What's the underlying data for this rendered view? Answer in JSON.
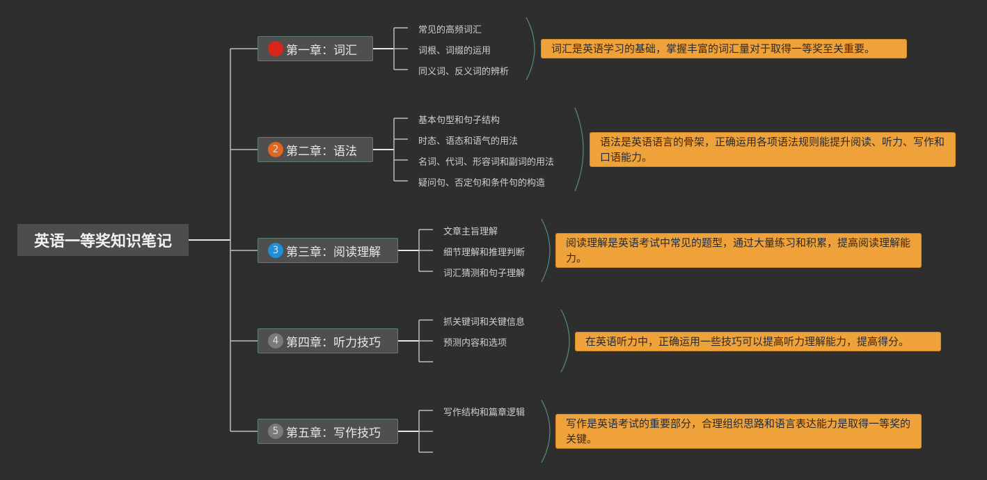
{
  "root": {
    "title": "英语一等奖知识笔记"
  },
  "chapters": [
    {
      "number": "1",
      "title": "第一章：词汇",
      "badge_color": "#d9251c",
      "topics": [
        "常见的高频词汇",
        "词根、词缀的运用",
        "同义词、反义词的辨析"
      ],
      "note": "词汇是英语学习的基础，掌握丰富的词汇量对于取得一等奖至关重要。"
    },
    {
      "number": "2",
      "title": "第二章：语法",
      "badge_color": "#e0671c",
      "topics": [
        "基本句型和句子结构",
        "时态、语态和语气的用法",
        "名词、代词、形容词和副词的用法",
        "疑问句、否定句和条件句的构造"
      ],
      "note": "语法是英语语言的骨架，正确运用各项语法规则能提升阅读、听力、写作和口语能力。"
    },
    {
      "number": "3",
      "title": "第三章：阅读理解",
      "badge_color": "#1f8fd8",
      "topics": [
        "文章主旨理解",
        "细节理解和推理判断",
        "词汇猜测和句子理解"
      ],
      "note": "阅读理解是英语考试中常见的题型，通过大量练习和积累，提高阅读理解能力。"
    },
    {
      "number": "4",
      "title": "第四章：听力技巧",
      "badge_color": "#7a7a7a",
      "topics": [
        "抓关键词和关键信息",
        "预测内容和选项"
      ],
      "note": "在英语听力中，正确运用一些技巧可以提高听力理解能力，提高得分。"
    },
    {
      "number": "5",
      "title": "第五章：写作技巧",
      "badge_color": "#7a7a7a",
      "topics": [
        "写作结构和篇章逻辑"
      ],
      "note": "写作是英语考试的重要部分，合理组织思路和语言表达能力是取得一等奖的关键。"
    }
  ]
}
